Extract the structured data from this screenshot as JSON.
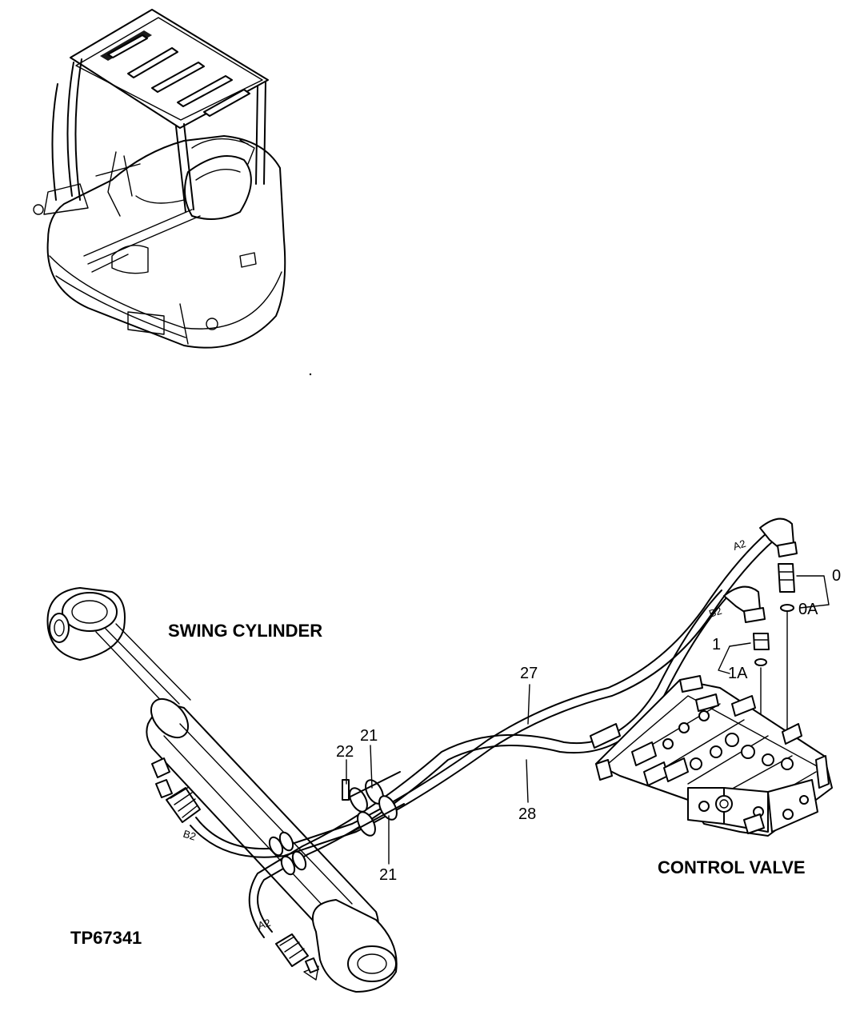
{
  "labels": {
    "swing_cylinder": "SWING CYLINDER",
    "control_valve": "CONTROL VALVE",
    "figure_id": "TP67341"
  },
  "callouts": {
    "c0": "0",
    "c0a": "0A",
    "c1": "1",
    "c1a": "1A",
    "c21_top": "21",
    "c21_bottom": "21",
    "c22": "22",
    "c27": "27",
    "c28": "28"
  },
  "ports": {
    "a2_valve": "A2",
    "b2_valve": "B2",
    "b2_cylinder": "B2",
    "a2_cylinder": "A2"
  }
}
